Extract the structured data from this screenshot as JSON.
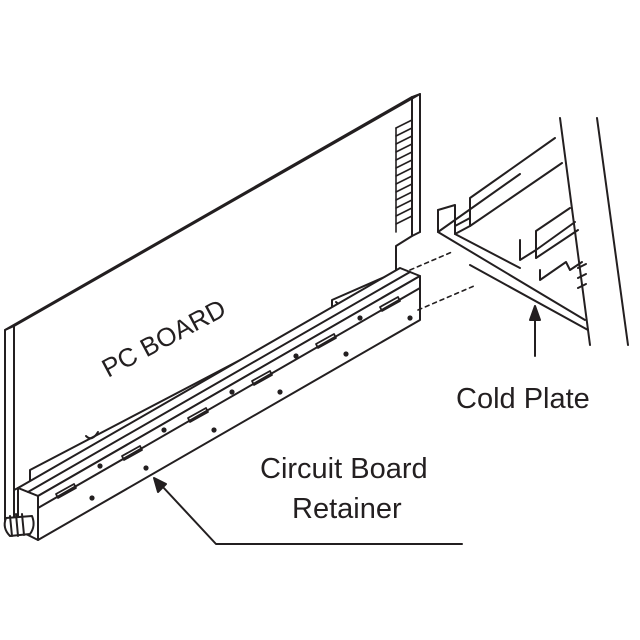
{
  "labels": {
    "pc_board": "PC BOARD",
    "cold_plate": "Cold Plate",
    "retainer_line1": "Circuit Board",
    "retainer_line2": "Retainer"
  },
  "colors": {
    "stroke": "#231f20",
    "fill": "#ffffff"
  }
}
